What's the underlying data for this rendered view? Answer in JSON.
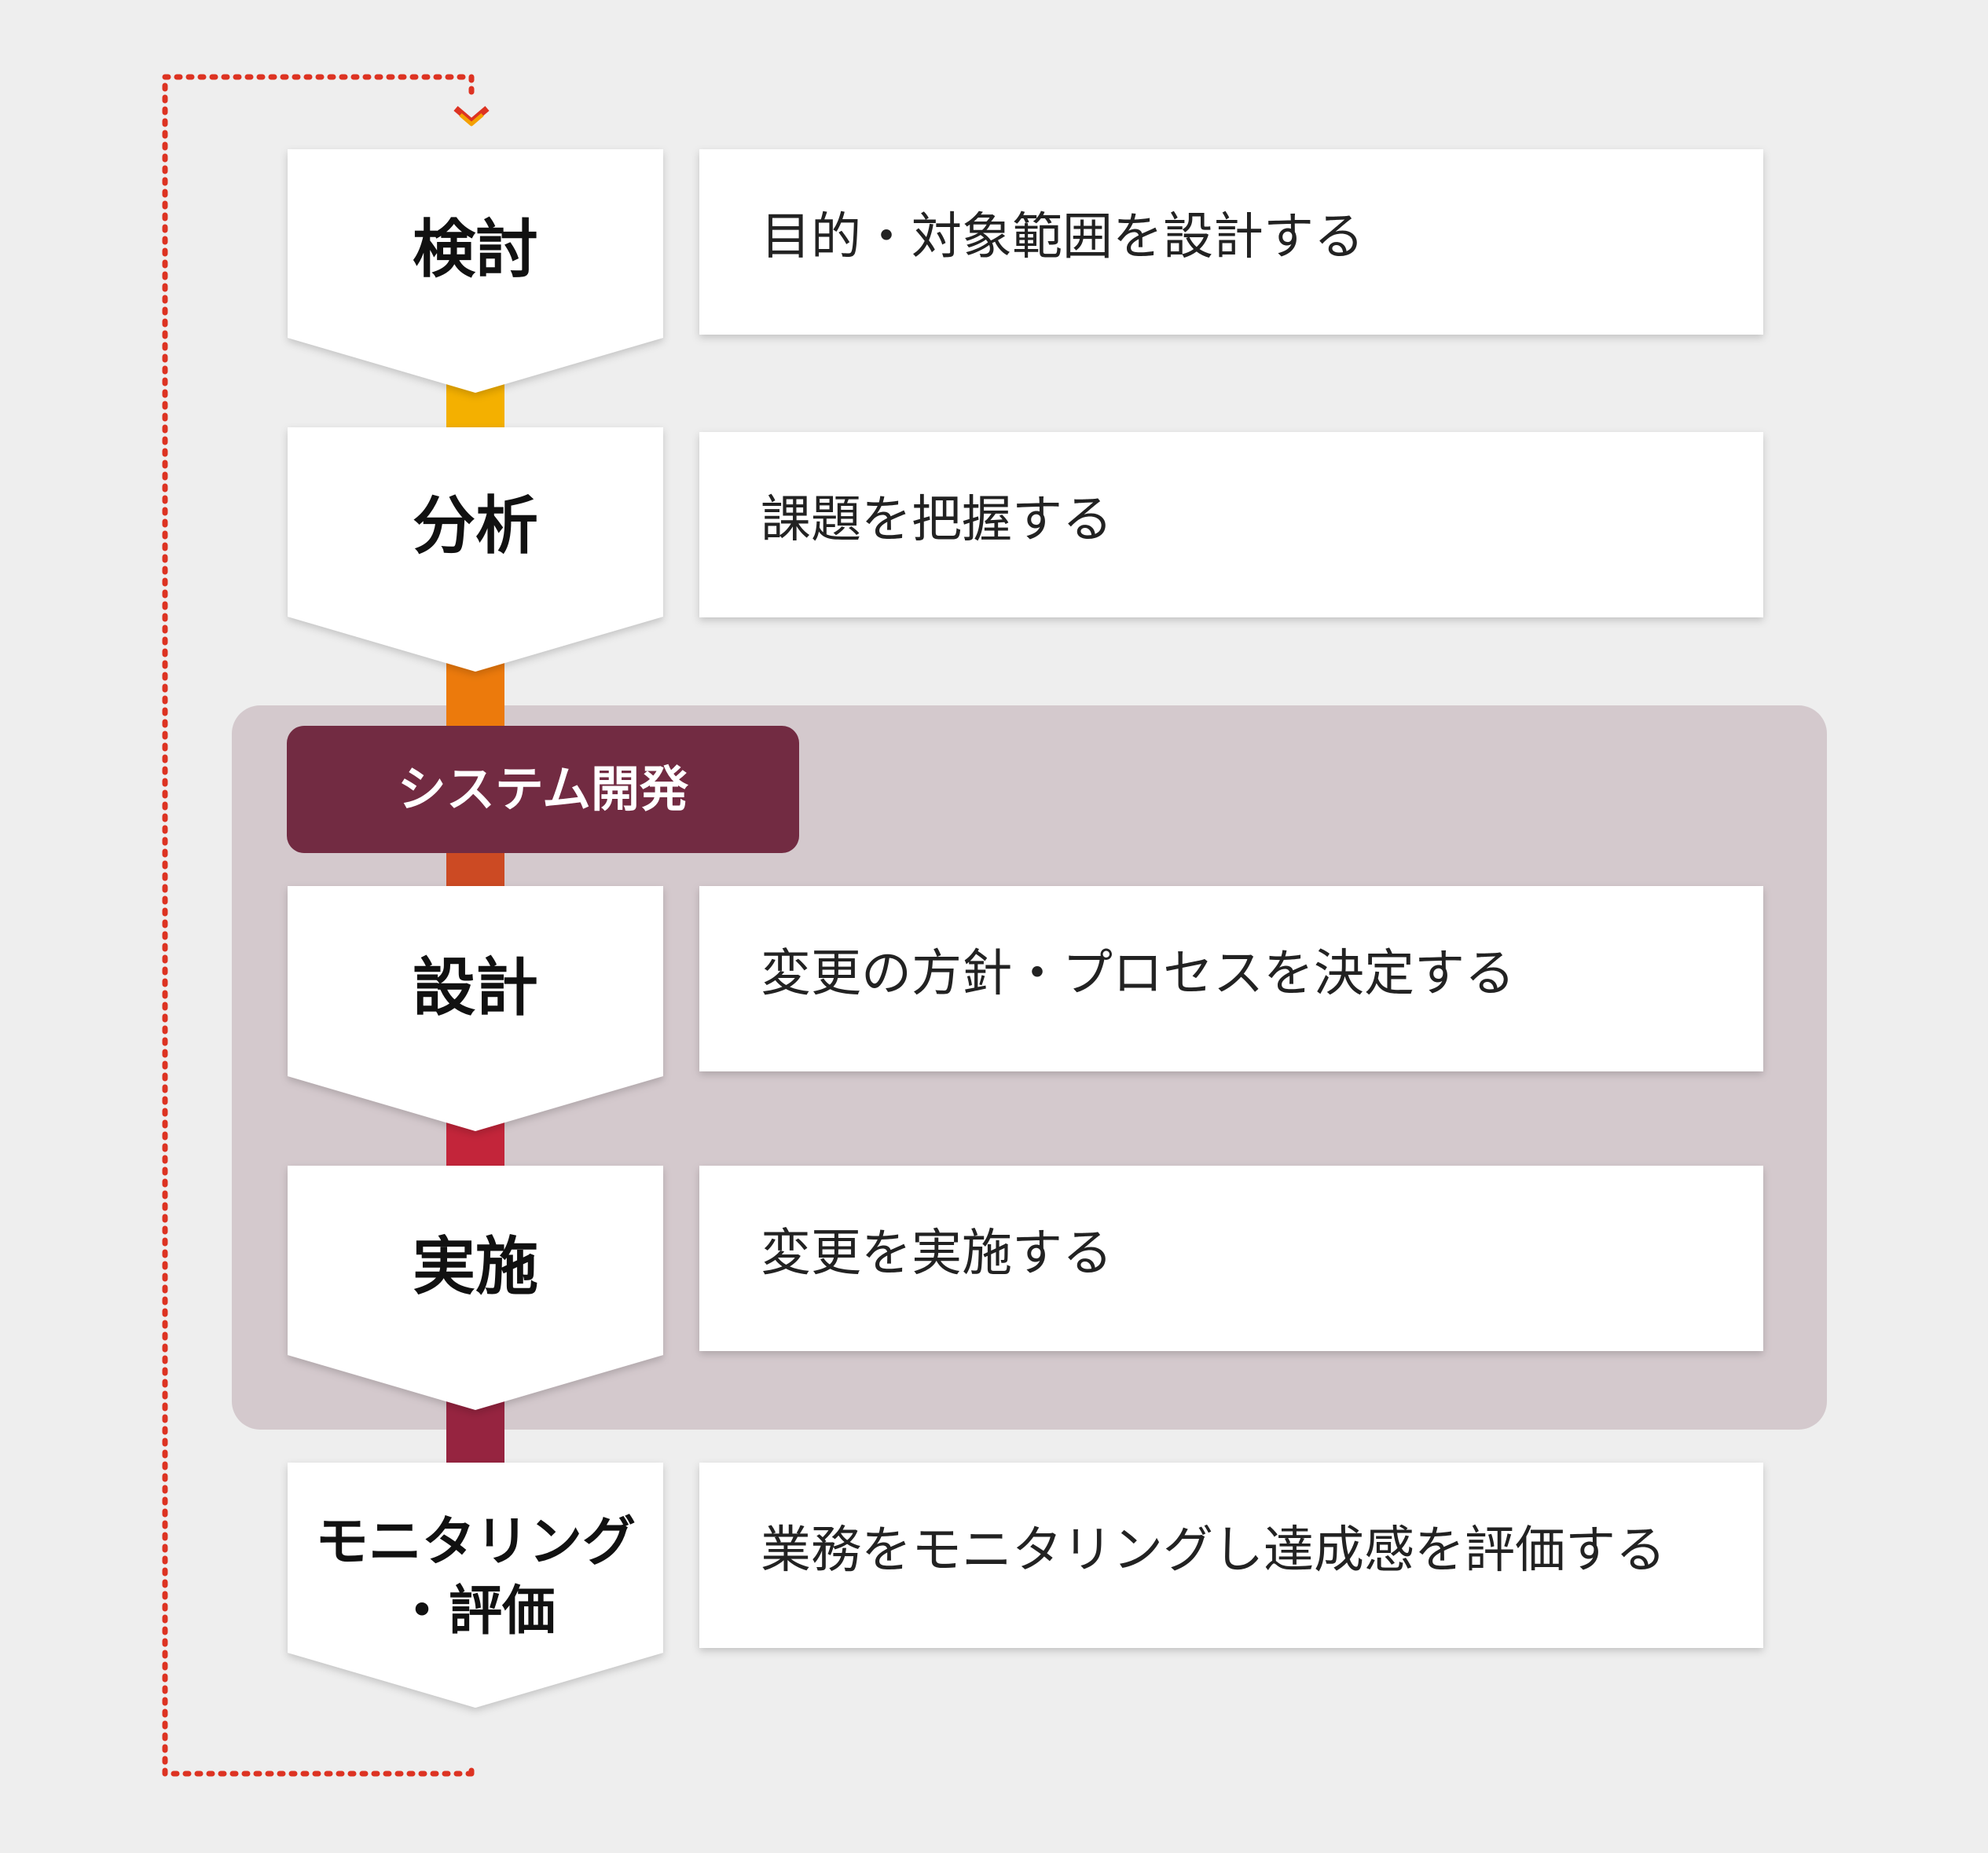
{
  "steps": [
    {
      "label": "検討",
      "description": "目的・対象範囲を設計する"
    },
    {
      "label": "分析",
      "description": "課題を把握する"
    },
    {
      "label": "設計",
      "description": "変更の方針・プロセスを決定する"
    },
    {
      "label": "実施",
      "description": "変更を実施する"
    },
    {
      "label_line1": "モニタリング",
      "label_line2": "・評価",
      "description": "業務をモニタリングし達成感を評価する"
    }
  ],
  "group": {
    "title": "システム開発"
  },
  "colors": {
    "background": "#eeeeee",
    "card": "#ffffff",
    "group_panel": "#d4c9cd",
    "group_title": "#722b42",
    "connector_1": "#f4b000",
    "connector_2": "#ec7a0c",
    "connector_3": "#cc4a23",
    "connector_4": "#c3253a",
    "connector_5": "#962440",
    "loop_line": "#dd3322"
  }
}
